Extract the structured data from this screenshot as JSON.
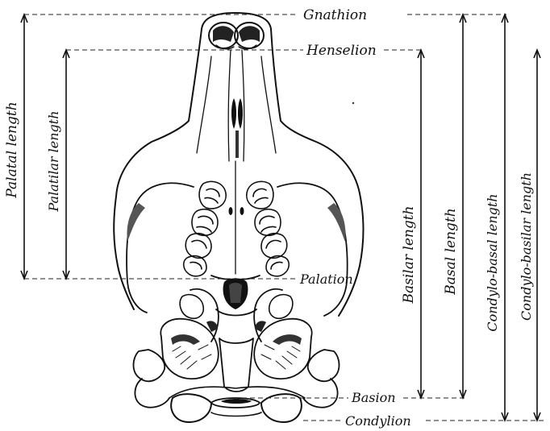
{
  "landmarks": {
    "gnathion": "Gnathion",
    "henselion": "Henselion",
    "palation": "Palation",
    "basion": "Basion",
    "condylion": "Condylion"
  },
  "measurements": {
    "palatal_length": "Palatal length",
    "palatilar_length": "Palatilar length",
    "basilar_length": "Basilar length",
    "basal_length": "Basal length",
    "condylo_basal_length": "Condylo-basal length",
    "condylo_basilar_length": "Condylo-basilar length"
  }
}
